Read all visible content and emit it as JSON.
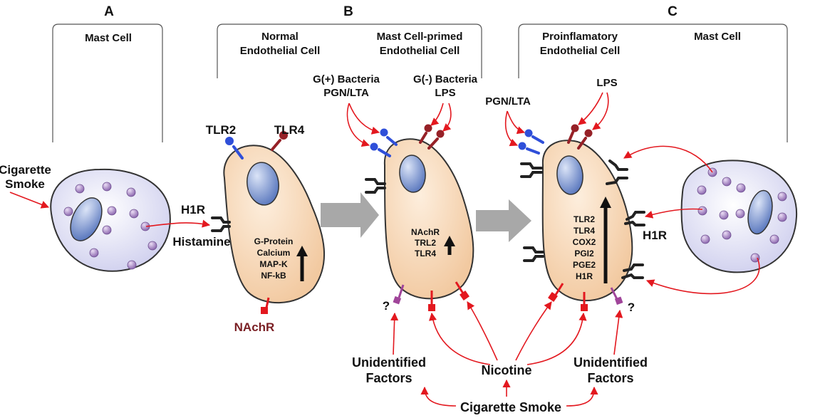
{
  "panels": {
    "a": "A",
    "b": "B",
    "c": "C"
  },
  "headers": {
    "a_mast": "Mast Cell",
    "b_normal": [
      "Normal",
      "Endothelial Cell"
    ],
    "b_primed": [
      "Mast Cell-primed",
      "Endothelial Cell"
    ],
    "c_proinflam": [
      "Proinflamatory",
      "Endothelial Cell"
    ],
    "c_mast": "Mast Cell"
  },
  "bacteria": {
    "gpos": [
      "G(+) Bacteria",
      "PGN/LTA"
    ],
    "gneg": [
      "G(-) Bacteria",
      "LPS"
    ],
    "c_pgn": "PGN/LTA",
    "c_lps": "LPS"
  },
  "labels": {
    "cigarette_smoke_a": [
      "Cigarette",
      "Smoke"
    ],
    "h1r_a": "H1R",
    "histamine": "Histamine",
    "tlr2": "TLR2",
    "tlr4": "TLR4",
    "nachr": "NAchR",
    "h1r_c": "H1R",
    "q_left": "?",
    "q_right": "?"
  },
  "cell_b1_list": [
    "G-Protein",
    "Calcium",
    "MAP-K",
    "NF-kB"
  ],
  "cell_b2_list": [
    "NAchR",
    "TRL2",
    "TLR4"
  ],
  "cell_c_list": [
    "TLR2",
    "TLR4",
    "COX2",
    "PGI2",
    "PGE2",
    "H1R"
  ],
  "bottom": {
    "unidentified_left": [
      "Unidentified",
      "Factors"
    ],
    "nicotine": "Nicotine",
    "unidentified_right": [
      "Unidentified",
      "Factors"
    ],
    "cigarette_smoke": "Cigarette Smoke"
  },
  "colors": {
    "arrow": "#e3181f",
    "tlr2": "#2f4fd9",
    "tlr4": "#962127",
    "nachr": "#e3181f",
    "unidentified_receptor": "#a0459a",
    "cell_fill": "#f7d8b7",
    "mast_fill": "#e4e4f6",
    "nucleus": "#7b94cf",
    "granule": "#a487c0",
    "big_arrow": "#a8a8a8"
  }
}
